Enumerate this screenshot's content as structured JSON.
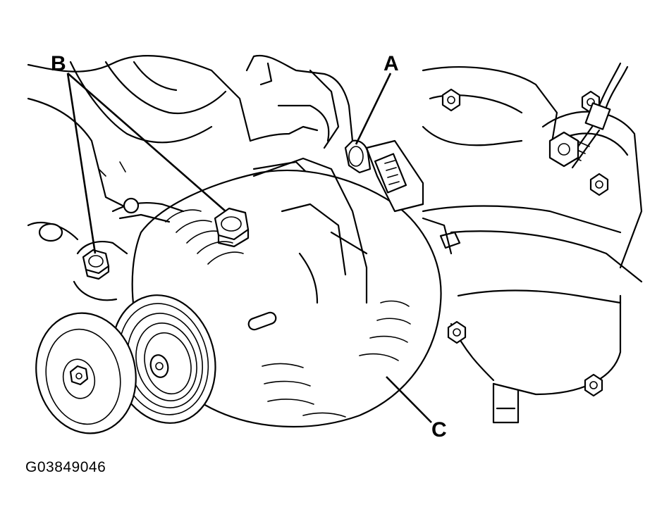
{
  "callouts": {
    "a": "A",
    "b": "B",
    "c": "C"
  },
  "figure_id": "G03849046"
}
